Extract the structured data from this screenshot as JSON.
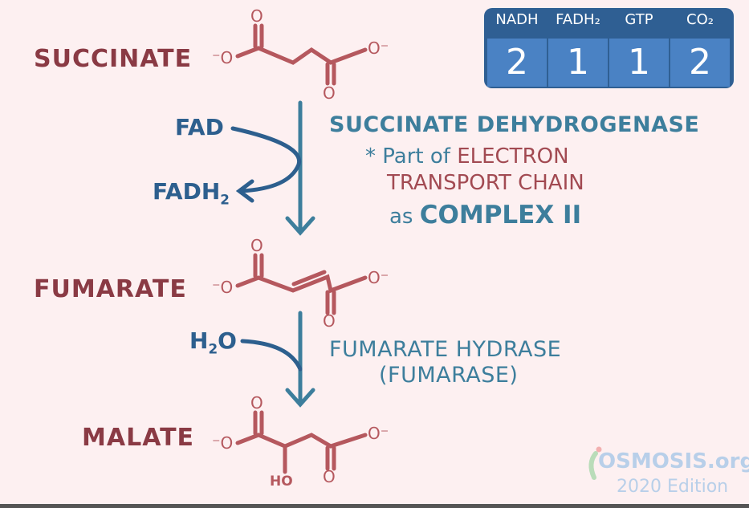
{
  "molecules": {
    "succinate": "SUCCINATE",
    "fumarate": "FUMARATE",
    "malate": "MALATE"
  },
  "atoms": {
    "o_minus": "⁻O",
    "o_minus_r": "O⁻",
    "o": "O",
    "ho": "HO"
  },
  "step1": {
    "cofactor_in": "FAD",
    "cofactor_out": "FADH",
    "cofactor_out_sub": "2",
    "enzyme": "SUCCINATE DEHYDROGENASE",
    "note_star": "* Part of",
    "note_1": "ELECTRON",
    "note_2": "TRANSPORT CHAIN",
    "note_3a": "as",
    "note_3b": "COMPLEX II"
  },
  "step2": {
    "cofactor_in": "H",
    "cofactor_in_sub": "2",
    "cofactor_in_tail": "O",
    "enzyme_1": "FUMARATE HYDRASE",
    "enzyme_2": "(FUMARASE)"
  },
  "tally": {
    "headers": [
      "NADH",
      "FADH₂",
      "GTP",
      "CO₂"
    ],
    "values": [
      "2",
      "1",
      "1",
      "2"
    ]
  },
  "watermark": {
    "brand": "OSMOSIS.org",
    "edition": "2020 Edition"
  },
  "colors": {
    "background": "#fdf0f1",
    "molecule": "#b5585e",
    "label": "#8a3a44",
    "arrow": "#3d7e9c",
    "cofactor": "#2d5f8e"
  }
}
